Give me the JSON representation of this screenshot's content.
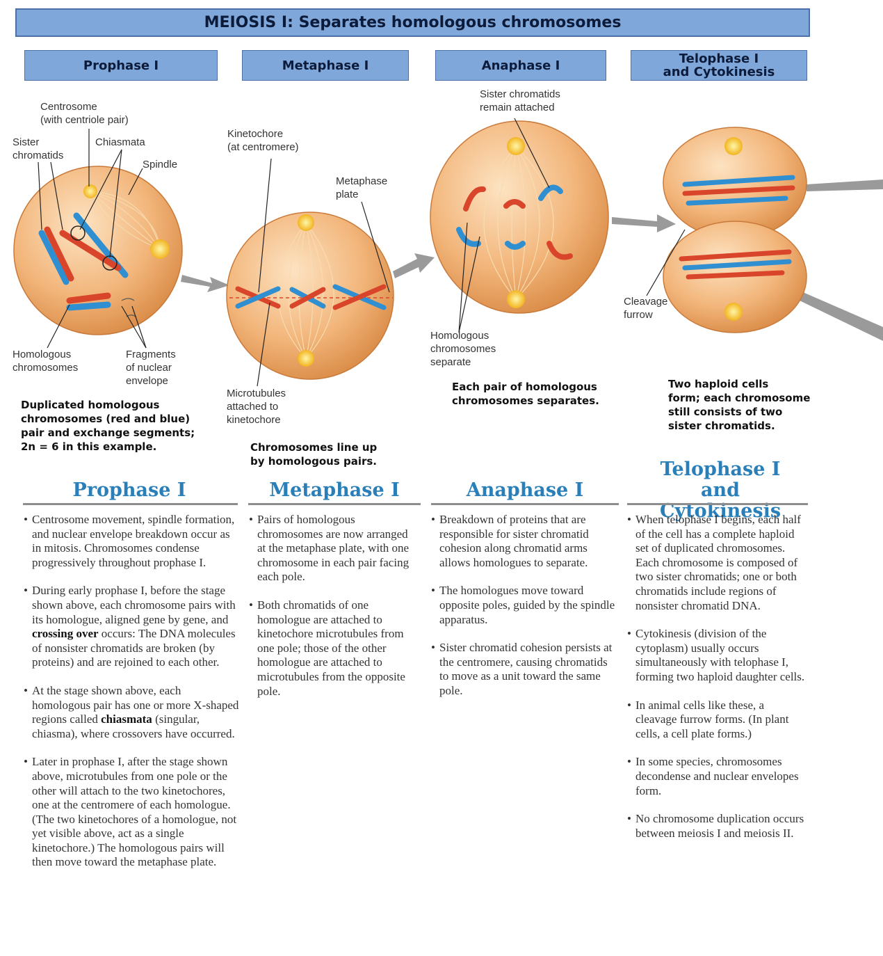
{
  "banner": {
    "title": "MEIOSIS I: Separates homologous chromosomes"
  },
  "phase_headers": [
    "Prophase I",
    "Metaphase I",
    "Anaphase I",
    "Telophase I\nand Cytokinesis"
  ],
  "labels": {
    "centrosome": [
      "Centrosome",
      "(with centriole pair)"
    ],
    "sister_chromatids": [
      "Sister",
      "chromatids"
    ],
    "chiasmata": "Chiasmata",
    "spindle": "Spindle",
    "homologous_chromosomes": [
      "Homologous",
      "chromosomes"
    ],
    "fragments": [
      "Fragments",
      "of nuclear",
      "envelope"
    ],
    "kinetochore": [
      "Kinetochore",
      "(at centromere)"
    ],
    "metaphase_plate": [
      "Metaphase",
      "plate"
    ],
    "microtubules": [
      "Microtubules",
      "attached to",
      "kinetochore"
    ],
    "sister_remain": [
      "Sister chromatids",
      "remain attached"
    ],
    "homologous_separate": [
      "Homologous",
      "chromosomes",
      "separate"
    ],
    "cleavage_furrow": [
      "Cleavage",
      "furrow"
    ]
  },
  "captions": {
    "prophase": [
      "Duplicated homologous",
      "chromosomes (red and blue)",
      "pair and exchange segments;",
      "2n = 6 in this example."
    ],
    "metaphase": [
      "Chromosomes line up",
      "by homologous pairs."
    ],
    "anaphase": [
      "Each pair of homologous",
      "chromosomes separates."
    ],
    "telophase": [
      "Two haploid cells",
      "form; each chromosome",
      "still consists of two",
      "sister chromatids."
    ]
  },
  "sections": {
    "prophase": {
      "title": "Prophase I",
      "bullets": [
        [
          "Centrosome movement, spindle formation, and nuclear envelope breakdown occur as in mitosis. Chromosomes condense progressively throughout prophase I."
        ],
        [
          "During early prophase I, before the stage shown above, each chromosome pairs with its homologue, aligned gene by gene, and ",
          "crossing over",
          " occurs: The DNA molecules of nonsister chromatids are broken (by proteins) and are rejoined to each other."
        ],
        [
          "At the stage shown above, each homologous pair has one or more X-shaped regions called ",
          "chiasmata",
          " (singular, chiasma), where crossovers have occurred."
        ],
        [
          "Later in prophase I, after the stage shown above, microtubules from one pole or the other will attach to the two kinetochores, one at the centromere of each homologue. (The two kinetochores of a homologue, not yet visible above, act as a single kinetochore.) The homologous pairs will then move toward the metaphase plate."
        ]
      ]
    },
    "metaphase": {
      "title": "Metaphase I",
      "bullets": [
        [
          "Pairs of homologous chromosomes are now arranged at the metaphase plate, with one chromosome in each pair facing each pole."
        ],
        [
          "Both chromatids of one homologue are attached to kinetochore microtubules from one pole; those of the other homologue are attached to microtubules from the opposite pole."
        ]
      ]
    },
    "anaphase": {
      "title": "Anaphase I",
      "bullets": [
        [
          "Breakdown of proteins that are responsible for sister chromatid cohesion along chromatid arms allows homologues to separate."
        ],
        [
          "The homologues move toward opposite poles, guided by the spindle apparatus."
        ],
        [
          "Sister chromatid cohesion persists at the centromere, causing chromatids to move as a unit toward the same pole."
        ]
      ]
    },
    "telophase": {
      "title": "Telophase I and Cytokinesis",
      "bullets": [
        [
          "When telophase I begins, each half of the cell has a complete haploid set of duplicated chromosomes. Each chromosome is composed of two sister chromatids; one or both chromatids include regions of nonsister chromatid DNA."
        ],
        [
          "Cytokinesis (division of the cytoplasm) usually occurs simultaneously with telophase I, forming two haploid daughter cells."
        ],
        [
          "In animal cells like these, a cleavage furrow forms. (In plant cells, a cell plate forms.)"
        ],
        [
          "In some species, chromosomes decondense and nuclear envelopes form."
        ],
        [
          "No chromosome duplication occurs between meiosis I and meiosis II."
        ]
      ]
    }
  },
  "colors": {
    "banner": "#7fa7d9",
    "cell": "#f2b57a",
    "chrom_red": "#d9452b",
    "chrom_blue": "#2f8fd0",
    "title_blue": "#2a7fb8",
    "arrow": "#9a9a9a"
  }
}
